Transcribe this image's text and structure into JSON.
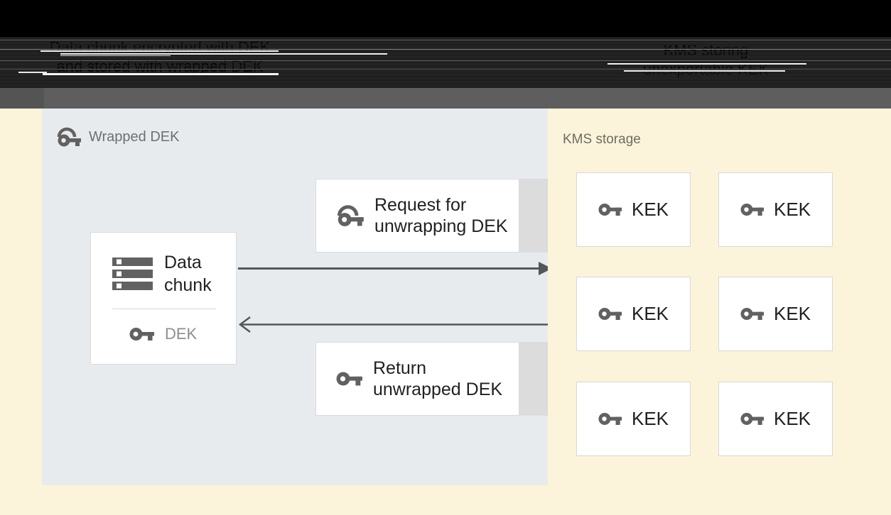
{
  "header": {
    "left_caption": {
      "line1": "Data chunk encrypted with DEK",
      "line2": "and stored with wrapped DEK"
    },
    "right_caption": {
      "line1": "KMS storing",
      "line2": "unexportable KEK"
    }
  },
  "panel": {
    "title": "Wrapped DEK",
    "data_chunk_box": {
      "label_line1": "Data",
      "label_line2": "chunk",
      "key_label": "DEK"
    },
    "request_box": {
      "line1": "Request for",
      "line2": "unwrapping DEK"
    },
    "return_box": {
      "line1": "Return",
      "line2": "unwrapped DEK"
    }
  },
  "kms": {
    "title": "KMS storage",
    "keys": [
      "KEK",
      "KEK",
      "KEK",
      "KEK",
      "KEK",
      "KEK"
    ]
  },
  "icons": {
    "wrapped_key": "wrapped-key-icon",
    "key": "key-icon",
    "data_chunk": "storage-stack-icon"
  },
  "colors": {
    "page_background": "#fbf4da",
    "panel_background": "#e8ebee",
    "box_background": "#ffffff",
    "box_border": "#d8dade",
    "gray_strip": "#dcdcdc",
    "icon_gray": "#616161",
    "arrow_gray": "#55565a",
    "text_dark": "#212121",
    "label_gray": "#6e7073",
    "dek_label_gray": "#8b8e92",
    "kms_label": "#6e6c63",
    "top_bar_gray": "#5e5e5e",
    "glitch_background": "#232323",
    "top_black": "#000000"
  }
}
